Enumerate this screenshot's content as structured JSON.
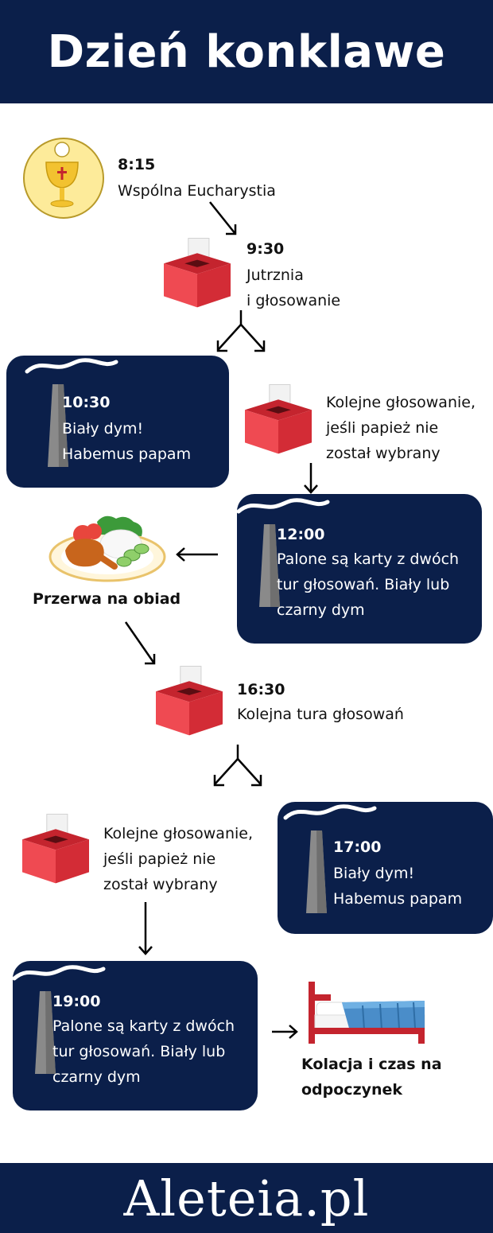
{
  "header": {
    "title": "Dzień konklawe"
  },
  "footer": {
    "brand": "Aleteia.pl"
  },
  "steps": {
    "eucharist": {
      "time": "8:15",
      "text": "Wspólna Eucharystia"
    },
    "jutrznia": {
      "time": "9:30",
      "line1": "Jutrznia",
      "line2": "i głosowanie"
    },
    "smoke_1030": {
      "time": "10:30",
      "line1": "Biały dym!",
      "line2": "Habemus papam"
    },
    "next_vote_1": {
      "line1": "Kolejne głosowanie,",
      "line2": "jeśli papież nie",
      "line3": "został wybrany"
    },
    "burn_1200": {
      "time": "12:00",
      "line1": "Palone są karty z dwóch",
      "line2": "tur głosowań. Biały lub",
      "line3": "czarny dym"
    },
    "lunch": {
      "label": "Przerwa na obiad"
    },
    "vote_1630": {
      "time": "16:30",
      "text": "Kolejna tura głosowań"
    },
    "next_vote_2": {
      "line1": "Kolejne głosowanie,",
      "line2": "jeśli papież nie",
      "line3": "został wybrany"
    },
    "smoke_1700": {
      "time": "17:00",
      "line1": "Biały dym!",
      "line2": "Habemus papam"
    },
    "burn_1900": {
      "time": "19:00",
      "line1": "Palone są karty z dwóch",
      "line2": "tur głosowań. Biały lub",
      "line3": "czarny dym"
    },
    "rest": {
      "line1": "Kolacja i czas na",
      "line2": "odpoczynek"
    }
  },
  "colors": {
    "navy": "#0b1f4a",
    "ballot_red": "#e6343f",
    "chalice_gold": "#f2c230",
    "medallion": "#fdeb9a",
    "chimney": "#7a7a7a"
  },
  "icons": [
    "chalice-icon",
    "ballot-box-icon",
    "chimney-icon",
    "smoke-icon",
    "lunch-plate-icon",
    "bed-icon",
    "arrow-icon"
  ]
}
